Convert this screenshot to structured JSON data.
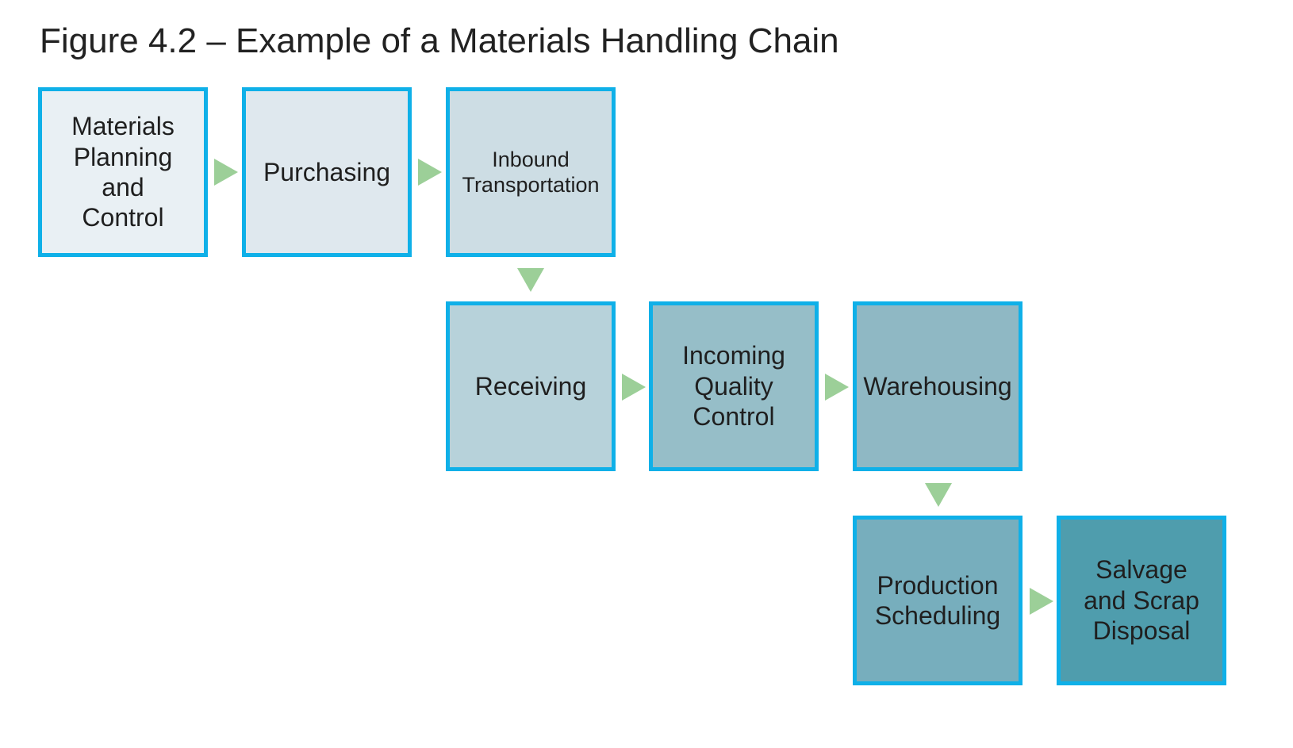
{
  "title": "Figure 4.2 – Example of a Materials Handling Chain",
  "steps": [
    {
      "label": "Materials\nPlanning\nand\nControl",
      "fill": "#e9f0f4"
    },
    {
      "label": "Purchasing",
      "fill": "#dfe8ee"
    },
    {
      "label": "Inbound\nTransportation",
      "fill": "#cddde4"
    },
    {
      "label": "Receiving",
      "fill": "#b7d2da"
    },
    {
      "label": "Incoming\nQuality\nControl",
      "fill": "#96bec8"
    },
    {
      "label": "Warehousing",
      "fill": "#8fb8c4"
    },
    {
      "label": "Production\nScheduling",
      "fill": "#77aebd"
    },
    {
      "label": "Salvage\nand Scrap\nDisposal",
      "fill": "#4f9dad"
    }
  ],
  "colors": {
    "border": "#0fb0e8",
    "arrow": "#9ccf98"
  }
}
